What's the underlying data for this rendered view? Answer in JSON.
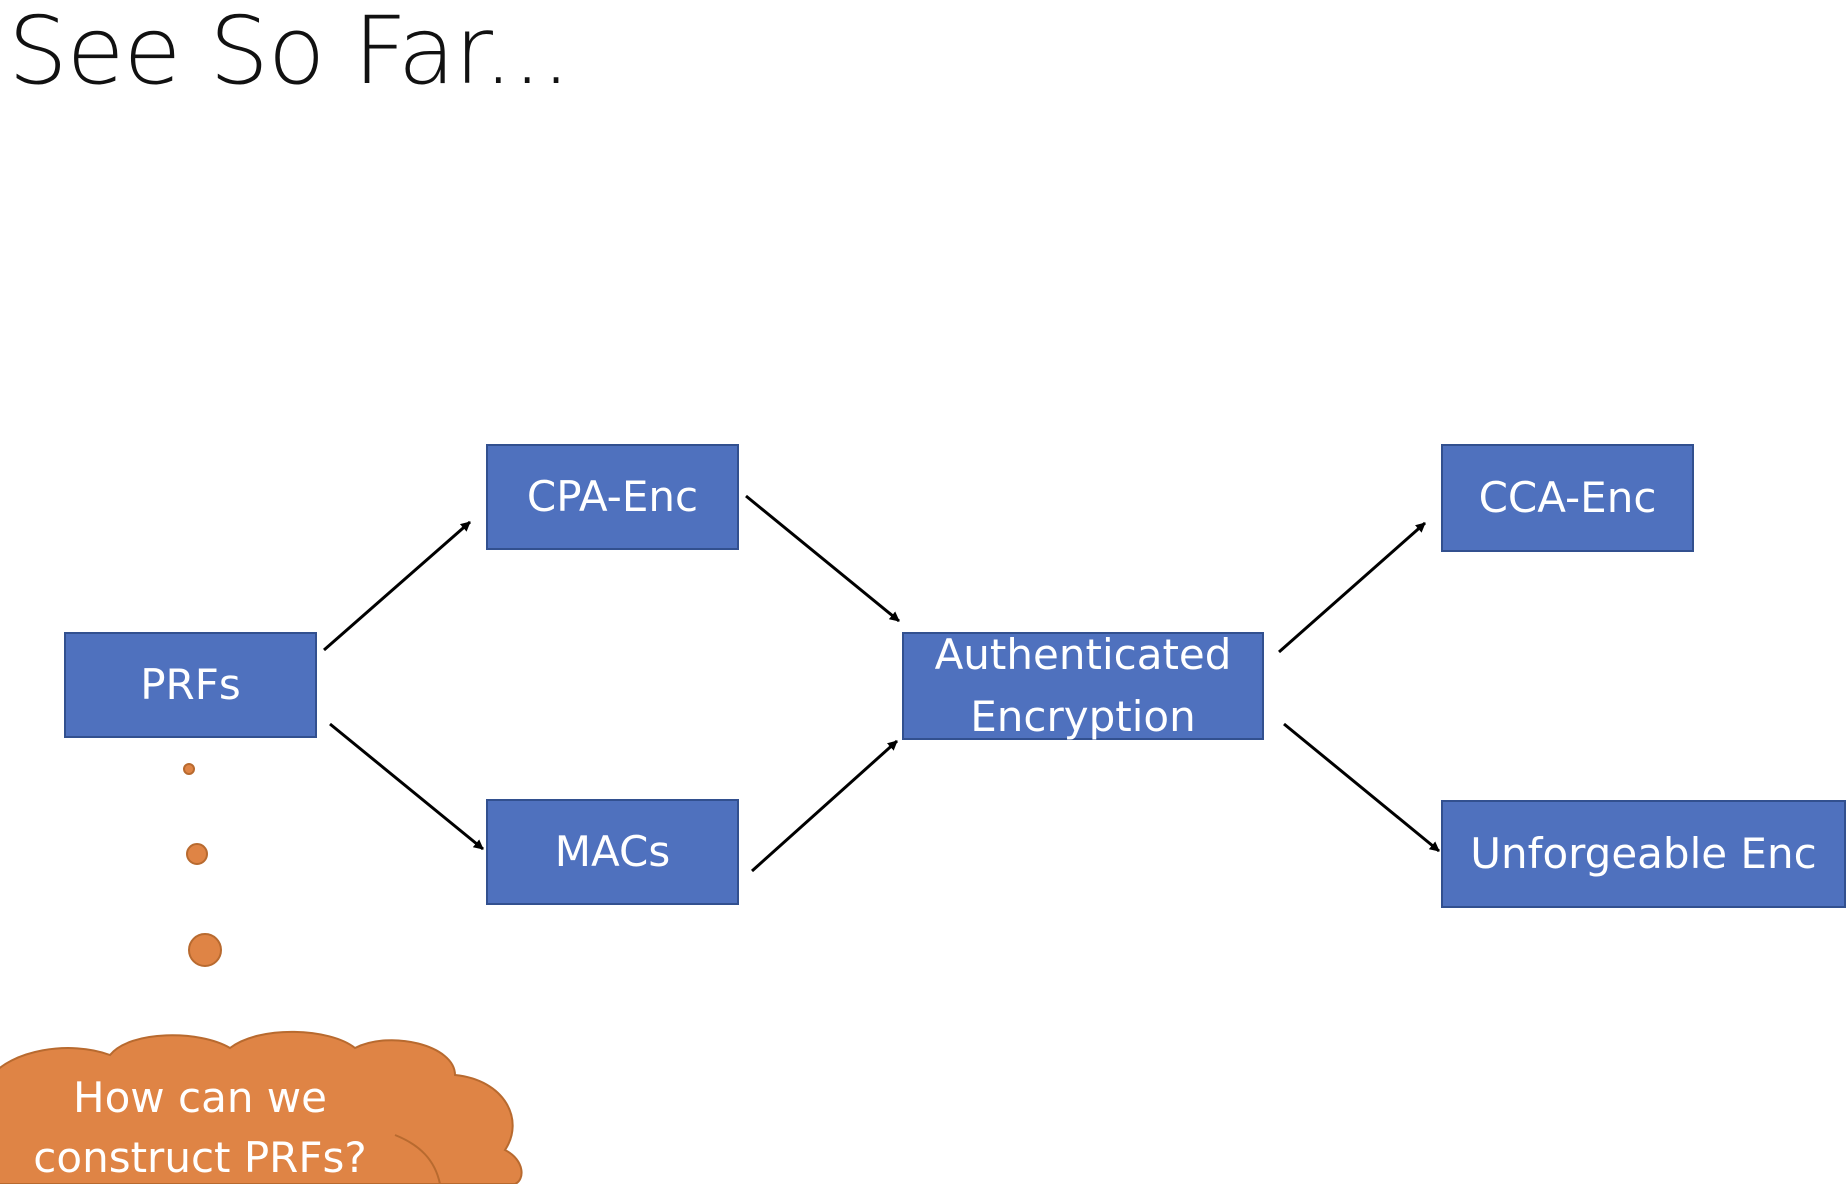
{
  "slide": {
    "title": "See So Far..."
  },
  "nodes": {
    "prfs": "PRFs",
    "cpa_enc": "CPA-Enc",
    "macs": "MACs",
    "authenticated_encryption": "Authenticated\nEncryption",
    "cca_enc": "CCA-Enc",
    "unforgeable_enc": "Unforgeable Enc"
  },
  "thought_cloud": {
    "text": "How can we\nconstruct PRFs?"
  },
  "colors": {
    "box_fill": "#4f71be",
    "box_border": "#32508f",
    "cloud_fill": "#df8445",
    "cloud_border": "#b86a2f",
    "arrow": "#000000",
    "title": "#111111"
  }
}
